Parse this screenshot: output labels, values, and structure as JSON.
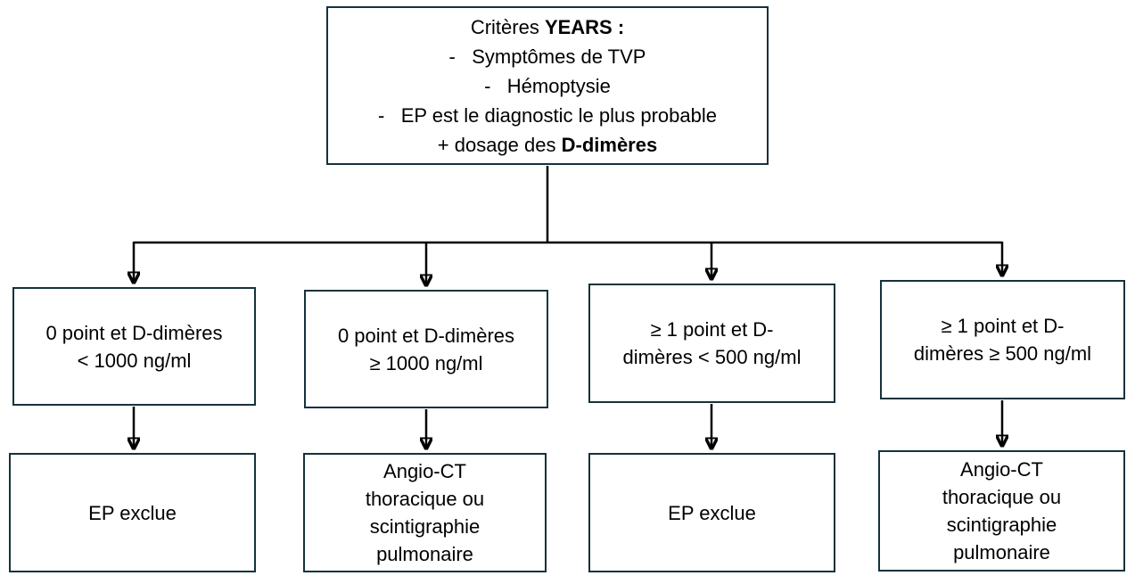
{
  "colors": {
    "box_border": "#15323c",
    "connector": "#000000",
    "text": "#000000",
    "background": "#ffffff"
  },
  "root_box": {
    "title_prefix": "Critères ",
    "title_bold": "YEARS :",
    "items": [
      "-   Symptômes de TVP",
      "-   Hémoptysie",
      "-   EP est le diagnostic le plus probable"
    ],
    "footer_prefix": "+ dosage des ",
    "footer_bold": "D-dimères"
  },
  "branches": [
    {
      "condition": "0 point et D-dimères\n< 1000 ng/ml",
      "outcome": "EP exclue"
    },
    {
      "condition": "0 point et D-dimères\n≥ 1000 ng/ml",
      "outcome": "Angio-CT\nthoracique ou\nscintigraphie\npulmonaire"
    },
    {
      "condition": "≥ 1 point et D-\ndimères < 500 ng/ml",
      "outcome": "EP exclue"
    },
    {
      "condition": "≥ 1 point et D-\ndimères ≥ 500 ng/ml",
      "outcome": "Angio-CT\nthoracique ou\nscintigraphie\npulmonaire"
    }
  ]
}
